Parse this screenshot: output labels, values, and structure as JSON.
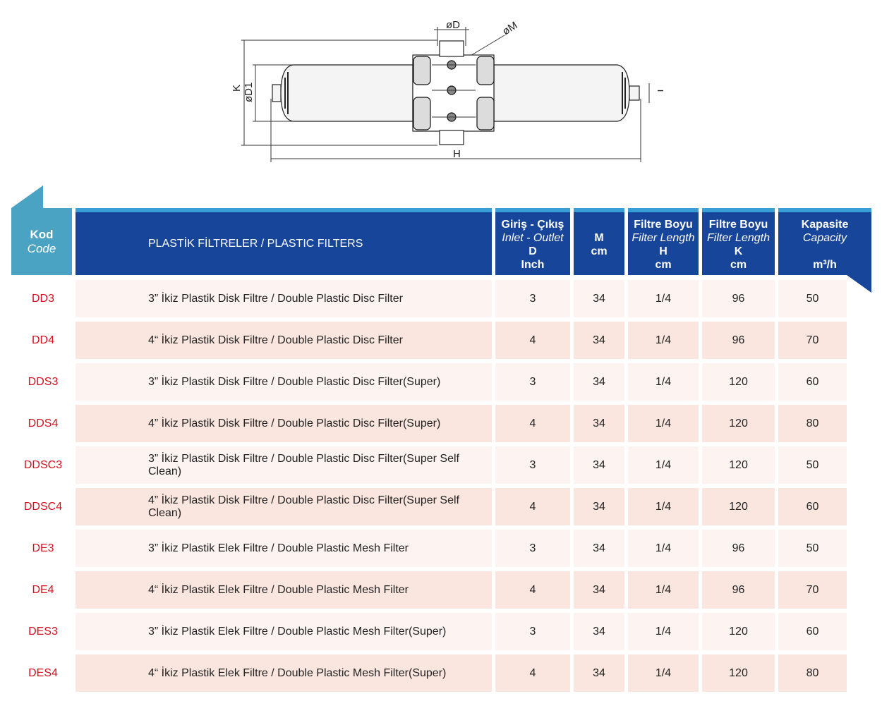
{
  "drawing": {
    "labels": {
      "d": "øD",
      "m": "øM",
      "d1": "øD1",
      "k": "K",
      "h": "H",
      "t": "T"
    }
  },
  "table": {
    "headers": {
      "code_tr": "Kod",
      "code_en": "Code",
      "title": "PLASTİK FİLTRELER / PLASTIC FILTERS",
      "inlet_tr": "Giriş - Çıkış",
      "inlet_en": "Inlet - Outlet",
      "inlet_sym": "D",
      "inlet_unit": "Inch",
      "m_sym": "M",
      "m_unit": "cm",
      "len_h_tr": "Filtre Boyu",
      "len_h_en": "Filter Length",
      "len_h_sym": "H",
      "len_h_unit": "cm",
      "len_k_tr": "Filtre Boyu",
      "len_k_en": "Filter Length",
      "len_k_sym": "K",
      "len_k_unit": "cm",
      "cap_tr": "Kapasite",
      "cap_en": "Capacity",
      "cap_unit": "m³/h"
    },
    "rows": [
      {
        "code": "DD3",
        "desc": "3” İkiz Plastik Disk Filtre / Double Plastic Disc Filter",
        "d": "3",
        "m": "34",
        "h": "1/4",
        "k": "96",
        "cap": "50"
      },
      {
        "code": "DD4",
        "desc": "4“ İkiz Plastik Disk Filtre / Double Plastic Disc Filter",
        "d": "4",
        "m": "34",
        "h": "1/4",
        "k": "96",
        "cap": "70"
      },
      {
        "code": "DDS3",
        "desc": "3” İkiz Plastik Disk Filtre / Double Plastic Disc Filter(Super)",
        "d": "3",
        "m": "34",
        "h": "1/4",
        "k": "120",
        "cap": "60"
      },
      {
        "code": "DDS4",
        "desc": "4” İkiz Plastik Disk Filtre / Double Plastic Disc Filter(Super)",
        "d": "4",
        "m": "34",
        "h": "1/4",
        "k": "120",
        "cap": "80"
      },
      {
        "code": "DDSC3",
        "desc": "3” İkiz Plastik Disk Filtre / Double Plastic Disc Filter(Super Self Clean)",
        "d": "3",
        "m": "34",
        "h": "1/4",
        "k": "120",
        "cap": "50"
      },
      {
        "code": "DDSC4",
        "desc": "4” İkiz Plastik Disk Filtre / Double Plastic Disc Filter(Super Self Clean)",
        "d": "4",
        "m": "34",
        "h": "1/4",
        "k": "120",
        "cap": "60"
      },
      {
        "code": "DE3",
        "desc": "3” İkiz Plastik Elek Filtre / Double Plastic Mesh Filter",
        "d": "3",
        "m": "34",
        "h": "1/4",
        "k": "96",
        "cap": "50"
      },
      {
        "code": "DE4",
        "desc": "4“ İkiz Plastik Elek Filtre / Double Plastic Mesh Filter",
        "d": "4",
        "m": "34",
        "h": "1/4",
        "k": "96",
        "cap": "70"
      },
      {
        "code": "DES3",
        "desc": "3” İkiz Plastik Elek Filtre / Double Plastic Mesh Filter(Super)",
        "d": "3",
        "m": "34",
        "h": "1/4",
        "k": "120",
        "cap": "60"
      },
      {
        "code": "DES4",
        "desc": "4“ İkiz Plastik Elek Filtre / Double Plastic Mesh Filter(Super)",
        "d": "4",
        "m": "34",
        "h": "1/4",
        "k": "120",
        "cap": "80"
      }
    ]
  }
}
